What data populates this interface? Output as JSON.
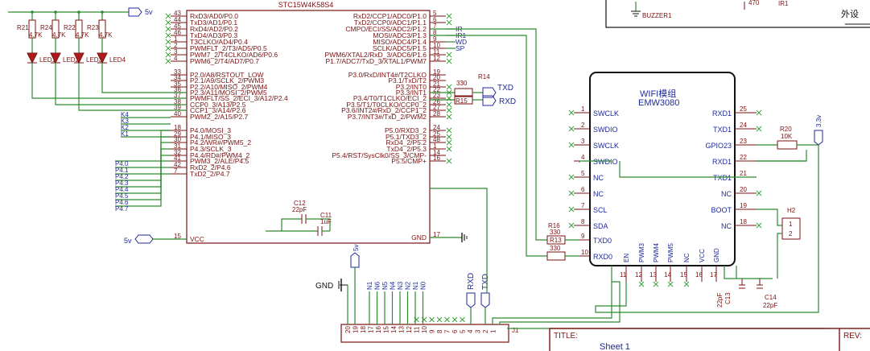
{
  "mcu": {
    "part": "STC15W4K58S4",
    "left_pins": [
      {
        "num": "43",
        "name": "RxD3/AD0/P0.0"
      },
      {
        "num": "44",
        "name": "TxD3/AD1/P0.1"
      },
      {
        "num": "45",
        "name": "RxD4/AD2/P0.2"
      },
      {
        "num": "46",
        "name": "TxD4/AD3/P0.3"
      },
      {
        "num": "1",
        "name": "T3CLKO/AD4/P0.4"
      },
      {
        "num": "2",
        "name": "PWMFLT_2/T3/AD5/P0.5"
      },
      {
        "num": "3",
        "name": "PWM7_2/T4CLKO/AD6/P0.6"
      },
      {
        "num": "4",
        "name": "PWM6_2/T4/AD7/P0.7"
      },
      {
        "num": "33",
        "name": "P2.0/A8/RSTOUT_LOW"
      },
      {
        "num": "34",
        "name": "P2.1/A9/SCLK_2/PWM3"
      },
      {
        "num": "35",
        "name": "P2.2/A10/MISO_2/PWM4"
      },
      {
        "num": "36",
        "name": "P2.3/A11/MOSI_2/PWM5"
      },
      {
        "num": "37",
        "name": "PWMFLT/SS_2/ECI_3/A12/P2.4"
      },
      {
        "num": "38",
        "name": "CCP0_3/A13/P2.5"
      },
      {
        "num": "39",
        "name": "CCP1_3/A14/P2.6"
      },
      {
        "num": "40",
        "name": "PWM2_2/A15/P2.7"
      },
      {
        "num": "18",
        "name": "P4.0/MOSI_3"
      },
      {
        "num": "29",
        "name": "P4.1/MISO_3"
      },
      {
        "num": "30",
        "name": "P4.2/WR#/PWM5_2"
      },
      {
        "num": "31",
        "name": "P4.3/SCLK_3"
      },
      {
        "num": "32",
        "name": "P4.4/RD#/PWM4_2"
      },
      {
        "num": "41",
        "name": "PWM3_2/ALE/P4.5"
      },
      {
        "num": "42",
        "name": "RxD2_2/P4.6"
      },
      {
        "num": "7",
        "name": "TxD2_2/P4.7"
      },
      {
        "num": "15",
        "name": "VCC"
      }
    ],
    "right_pins": [
      {
        "num": "5",
        "name": "RxD2/CCP1/ADC0/P1.0"
      },
      {
        "num": "6",
        "name": "TxD2/CCP0/ADC1/P1.1"
      },
      {
        "num": "7",
        "name": "CMPO/ECI/SS/ADC2/P1.2"
      },
      {
        "num": "8",
        "name": "MOSI/ADC3/P1.3"
      },
      {
        "num": "9",
        "name": "MISO/ADC4/P1.4"
      },
      {
        "num": "10",
        "name": "SCLK/ADC5/P1.5"
      },
      {
        "num": "11",
        "name": "PWM6/XTAL2/RxD_3/ADC6/P1.6"
      },
      {
        "num": "12",
        "name": "P1.7/ADC7/TxD_3/XTAL1/PWM7"
      },
      {
        "num": "19",
        "name": "P3.0/RxD/INT4#/T2CLKO"
      },
      {
        "num": "20",
        "name": "P3.1/TxD/T2"
      },
      {
        "num": "21",
        "name": "P3.2/INT0"
      },
      {
        "num": "22",
        "name": "P3.3/INT1"
      },
      {
        "num": "23",
        "name": "P3.4/T0/T1CLKO/ECI_2"
      },
      {
        "num": "26",
        "name": "P3.5/T1/T0CLKO/CCP0_2"
      },
      {
        "num": "27",
        "name": "P3.6/INT2#/RxD_2/CCP1_2"
      },
      {
        "num": "28",
        "name": "P3.7/INT3#/TxD_2/PWM2"
      },
      {
        "num": "24",
        "name": "P5.0/RXD3_2"
      },
      {
        "num": "25",
        "name": "P5.1/TXD3_2"
      },
      {
        "num": "48",
        "name": "RxD4_2/P5.2"
      },
      {
        "num": "1",
        "name": "TxD4_2/P5.3"
      },
      {
        "num": "14",
        "name": "P5.4/RST/SysClk0/SS_3/CMP-"
      },
      {
        "num": "16",
        "name": "P5.5/CMP+"
      },
      {
        "num": "17",
        "name": "GND"
      }
    ],
    "net_labels_right": [
      "IR",
      "IR1",
      "WD",
      "SP"
    ],
    "net_labels_left_p2": [
      "K4",
      "K3",
      "K2",
      "K1"
    ],
    "net_labels_p4": [
      "P4.0",
      "P4.1",
      "P4.2",
      "P4.3",
      "P4.4",
      "P4.5",
      "P4.6",
      "P4.7"
    ]
  },
  "leds": [
    {
      "res": "R21",
      "val": "4.7K",
      "led": "LED1"
    },
    {
      "res": "R24",
      "val": "4.7K",
      "led": "LED2"
    },
    {
      "res": "R22",
      "val": "4.7K",
      "led": "LED3"
    },
    {
      "res": "R23",
      "val": "4.7K",
      "led": "LED4"
    }
  ],
  "power": {
    "v5": "5v",
    "v33": "3.3v",
    "gnd": "GND"
  },
  "caps": {
    "c12": {
      "name": "C12",
      "val": "22pF"
    },
    "c11": {
      "name": "C11",
      "val": "1uF"
    },
    "c13": {
      "name": "C13",
      "val": "22pF"
    },
    "c14": {
      "name": "C14",
      "val": "22pF"
    }
  },
  "res": {
    "r14": {
      "name": "R14",
      "val": "330"
    },
    "r15": {
      "name": "R15"
    },
    "r16": {
      "name": "R16",
      "val": "330"
    },
    "r13": {
      "name": "R13"
    },
    "r13v": {
      "val": "330"
    },
    "r20": {
      "name": "R20",
      "val": "10K"
    }
  },
  "serial": {
    "txd": "TXD",
    "rxd": "RXD"
  },
  "wifi": {
    "title1": "WIFI模组",
    "title2": "EMW3080",
    "left_pins": [
      {
        "num": "1",
        "name": "SWCLK"
      },
      {
        "num": "2",
        "name": "SWDIO"
      },
      {
        "num": "3",
        "name": "SWCLK"
      },
      {
        "num": "4",
        "name": "SWDIO"
      },
      {
        "num": "5",
        "name": "NC"
      },
      {
        "num": "6",
        "name": "NC"
      },
      {
        "num": "7",
        "name": "SCL"
      },
      {
        "num": "8",
        "name": "SDA"
      },
      {
        "num": "9",
        "name": "TXD0"
      },
      {
        "num": "10",
        "name": "RXD0"
      }
    ],
    "right_pins": [
      {
        "num": "25",
        "name": "RXD1"
      },
      {
        "num": "24",
        "name": "TXD1"
      },
      {
        "num": "23",
        "name": "GPIO23"
      },
      {
        "num": "22",
        "name": "RXD1"
      },
      {
        "num": "21",
        "name": "TXD1"
      },
      {
        "num": "20",
        "name": "NC"
      },
      {
        "num": "19",
        "name": "BOOT"
      },
      {
        "num": "18",
        "name": "NC"
      }
    ],
    "bottom_pins": [
      {
        "num": "11",
        "name": "EN"
      },
      {
        "num": "12",
        "name": "PWM3"
      },
      {
        "num": "13",
        "name": "PWM4"
      },
      {
        "num": "14",
        "name": "PWM5"
      },
      {
        "num": "15",
        "name": "NC"
      },
      {
        "num": "16",
        "name": "VCC"
      },
      {
        "num": "17",
        "name": "GND"
      }
    ]
  },
  "h2": {
    "name": "H2",
    "p1": "1",
    "p2": "2"
  },
  "j1": {
    "name": "J1",
    "pins": [
      "20",
      "19",
      "18",
      "17",
      "16",
      "15",
      "14",
      "13",
      "12",
      "11",
      "10",
      "9",
      "8",
      "7",
      "6",
      "5",
      "4",
      "3",
      "2",
      "1"
    ],
    "labels": [
      "N1",
      "N6",
      "N5",
      "N4",
      "N3",
      "N2",
      "N1",
      "N0"
    ],
    "rxd": "RXD",
    "txd": "TXD"
  },
  "top_right": {
    "buzzer": "BUZZER1",
    "r470": "470",
    "ir1": "IR1",
    "peripheral": "外设"
  },
  "title_block": {
    "title": "TITLE:",
    "sheet": "Sheet  1",
    "rev": "REV:"
  }
}
